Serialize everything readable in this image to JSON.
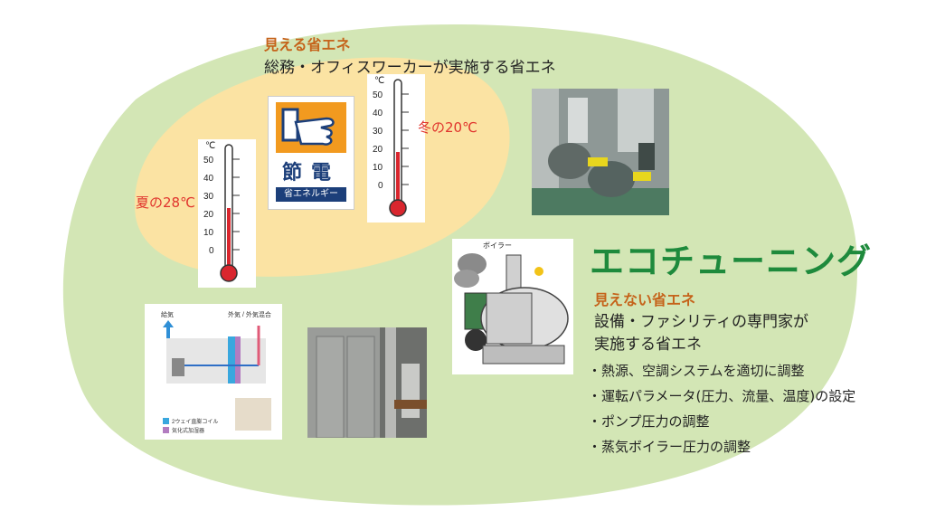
{
  "visible_energy": {
    "heading": "見える省エネ",
    "subtitle": "総務・オフィスワーカーが実施する省エネ",
    "summer_label": "夏の28℃",
    "winter_label": "冬の20℃",
    "thermometer_unit": "℃",
    "thermometer_ticks": [
      "50",
      "40",
      "30",
      "20",
      "10",
      "0"
    ],
    "sign_kanji_1": "節",
    "sign_kanji_2": "電",
    "sign_caption": "省エネルギー"
  },
  "invisible_energy": {
    "brand": "エコチューニング",
    "heading": "見えない省エネ",
    "line1": "設備・ファシリティの専門家が",
    "line2": "実施する省エネ",
    "bullets": [
      "・熱源、空調システムを適切に調整",
      "・運転パラメータ(圧力、流量、温度)の設定",
      "・ポンプ圧力の調整",
      "・蒸気ボイラー圧力の調整"
    ]
  },
  "diagram": {
    "supply_air": "給気",
    "outside_air": "外気 / 外気混合",
    "legend_coil": "2ウェイ直膨コイル",
    "legend_humidifier": "気化式加湿器"
  },
  "boiler_label": "ボイラー",
  "colors": {
    "outer_blob": "#d3e6b5",
    "inner_blob": "#fbe3a3",
    "brand_green": "#1e8a3c",
    "orange": "#c5631a",
    "red": "#e0342d"
  }
}
